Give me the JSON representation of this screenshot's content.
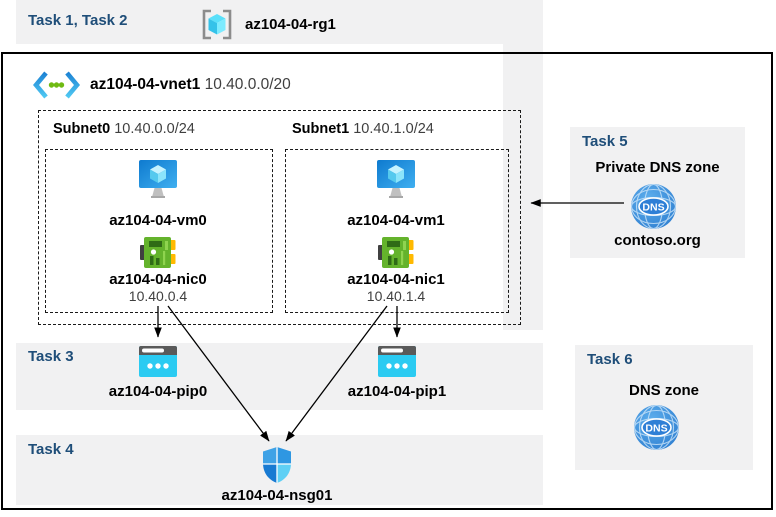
{
  "colors": {
    "accent_blue": "#1f4e79",
    "panel_gray": "#f1f1f2",
    "line_black": "#000000",
    "azure_cyan": "#2bcbf2",
    "nic_green": "#64b32c",
    "dns_blue": "#3b8de0"
  },
  "header": {
    "task_label": "Task 1, Task 2",
    "rg_icon": "resource-group-icon",
    "rg_name": "az104-04-rg1"
  },
  "vnet": {
    "icon": "virtual-network-icon",
    "name": "az104-04-vnet1",
    "cidr": "10.40.0.0/20"
  },
  "subnets": [
    {
      "name": "Subnet0",
      "cidr": "10.40.0.0/24",
      "vm": "az104-04-vm0",
      "nic": "az104-04-nic0",
      "ip": "10.40.0.4"
    },
    {
      "name": "Subnet1",
      "cidr": "10.40.1.0/24",
      "vm": "az104-04-vm1",
      "nic": "az104-04-nic1",
      "ip": "10.40.1.4"
    }
  ],
  "task3": {
    "label": "Task 3",
    "pips": [
      "az104-04-pip0",
      "az104-04-pip1"
    ]
  },
  "task4": {
    "label": "Task 4",
    "nsg": "az104-04-nsg01"
  },
  "task5": {
    "label": "Task 5",
    "title": "Private DNS zone",
    "zone": "contoso.org",
    "icon_text": "DNS"
  },
  "task6": {
    "label": "Task 6",
    "title": "DNS zone",
    "icon_text": "DNS"
  }
}
